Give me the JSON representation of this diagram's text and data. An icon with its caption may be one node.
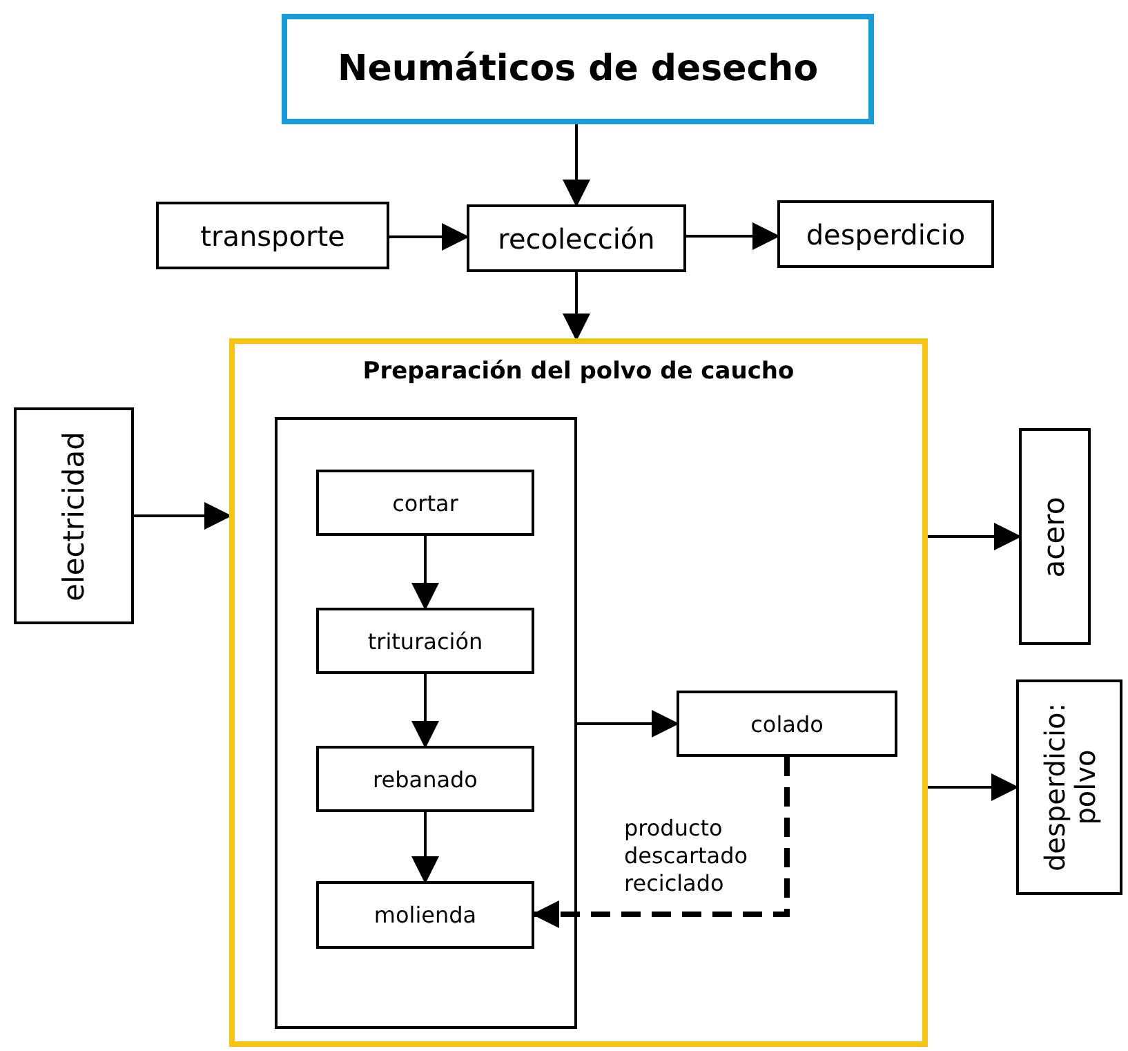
{
  "diagram": {
    "nodes": [
      {
        "text": [
          "Neumáticos de desecho"
        ]
      },
      {
        "text": [
          "transporte"
        ]
      },
      {
        "text": [
          "recolección"
        ]
      },
      {
        "text": [
          "desperdicio"
        ]
      },
      {
        "text": [
          "Preparación del polvo de caucho"
        ]
      },
      {
        "text": [],
        "shape": "box",
        "in": 4
      },
      {
        "text": [
          "cortar"
        ],
        "in": 5
      },
      {
        "text": [
          "trituración"
        ],
        "in": 5
      },
      {
        "text": [
          "rebanado"
        ],
        "in": 5
      },
      {
        "text": [
          "molienda"
        ],
        "in": 5
      },
      {
        "text": [
          "colado"
        ],
        "in": 4
      },
      {
        "text": [
          "electricidad"
        ]
      },
      {
        "text": [
          "acero"
        ]
      },
      {
        "text": [
          "desperdicio: polvo"
        ]
      }
    ],
    "edges": [
      {
        "from": 0,
        "to": 2,
        "arrow": "to"
      },
      {
        "from": 1,
        "to": 2,
        "arrow": "to"
      },
      {
        "from": 2,
        "to": 3,
        "arrow": "to"
      },
      {
        "from": 2,
        "to": 4,
        "arrow": "to"
      },
      {
        "from": 11,
        "to": 4,
        "arrow": "to"
      },
      {
        "from": 4,
        "to": 12,
        "arrow": "to"
      },
      {
        "from": 4,
        "to": 13,
        "arrow": "to"
      },
      {
        "from": 6,
        "to": 7,
        "arrow": "to"
      },
      {
        "from": 7,
        "to": 8,
        "arrow": "to"
      },
      {
        "from": 8,
        "to": 9,
        "arrow": "to"
      },
      {
        "from": 5,
        "to": 10,
        "arrow": "to"
      },
      {
        "from": 10,
        "to": 9,
        "arrow": "to",
        "style": "dashed",
        "label": "producto descartado reciclado"
      }
    ]
  }
}
